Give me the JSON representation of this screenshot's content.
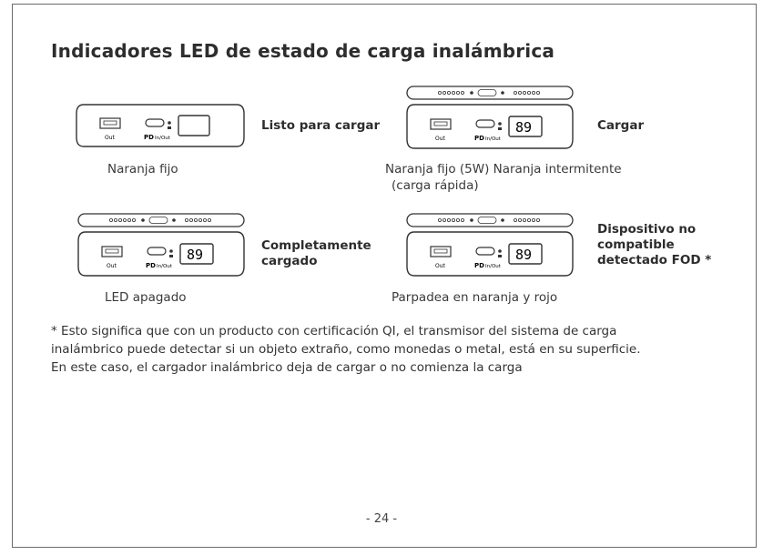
{
  "page": {
    "title": "Indicadores LED de estado de carga inalámbrica",
    "page_number": "- 24 -"
  },
  "device_labels": {
    "usb_out": "Out",
    "pd": "PD",
    "pd_io": "In/Out",
    "display_value": "89"
  },
  "states": [
    {
      "label": "Listo para cargar",
      "caption": "Naranja fijo",
      "display": ""
    },
    {
      "label": "Cargar",
      "caption_line1": "Naranja fijo (5W) Naranja intermitente",
      "caption_line2": "(carga rápida)",
      "display": "89"
    },
    {
      "label_line1": "Completamente",
      "label_line2": "cargado",
      "caption": "LED apagado",
      "display": "89"
    },
    {
      "label_line1": "Dispositivo no",
      "label_line2": "compatible",
      "label_line3": "detectado FOD *",
      "caption": "Parpadea en naranja y rojo",
      "display": "89"
    }
  ],
  "footnote": {
    "line1": "* Esto significa que con un producto con certificación QI, el transmisor del sistema de carga",
    "line2": "inalámbrico puede detectar si un objeto extraño, como monedas o metal, está en su superficie.",
    "line3": "En este caso, el cargador inalámbrico deja de cargar o no comienza la carga"
  }
}
